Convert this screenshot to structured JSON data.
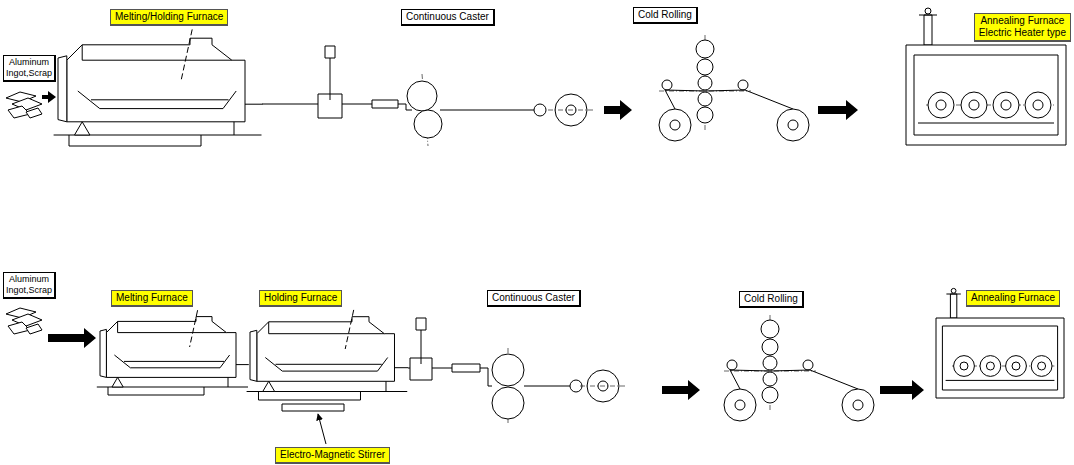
{
  "diagram": {
    "nodes": [
      {
        "text": [
          "Aluminum Ingot,Scrap"
        ]
      },
      {
        "text": [
          "Melting/Holding Furnace"
        ]
      },
      {
        "text": [
          "Continuous Caster"
        ]
      },
      {
        "text": [
          "Cold Rolling"
        ]
      },
      {
        "text": [
          "Annealing Furnace",
          "Electric Heater type"
        ]
      },
      {
        "text": [
          "Aluminum Ingot,Scrap"
        ]
      },
      {
        "text": [
          "Melting Furnace"
        ]
      },
      {
        "text": [
          "Holding Furnace"
        ]
      },
      {
        "text": [
          "Continuous Caster"
        ]
      },
      {
        "text": [
          "Cold Rolling"
        ]
      },
      {
        "text": [
          "Annealing Furnace"
        ]
      },
      {
        "text": [
          "Electro-Magnetic Stirrer"
        ]
      }
    ]
  }
}
